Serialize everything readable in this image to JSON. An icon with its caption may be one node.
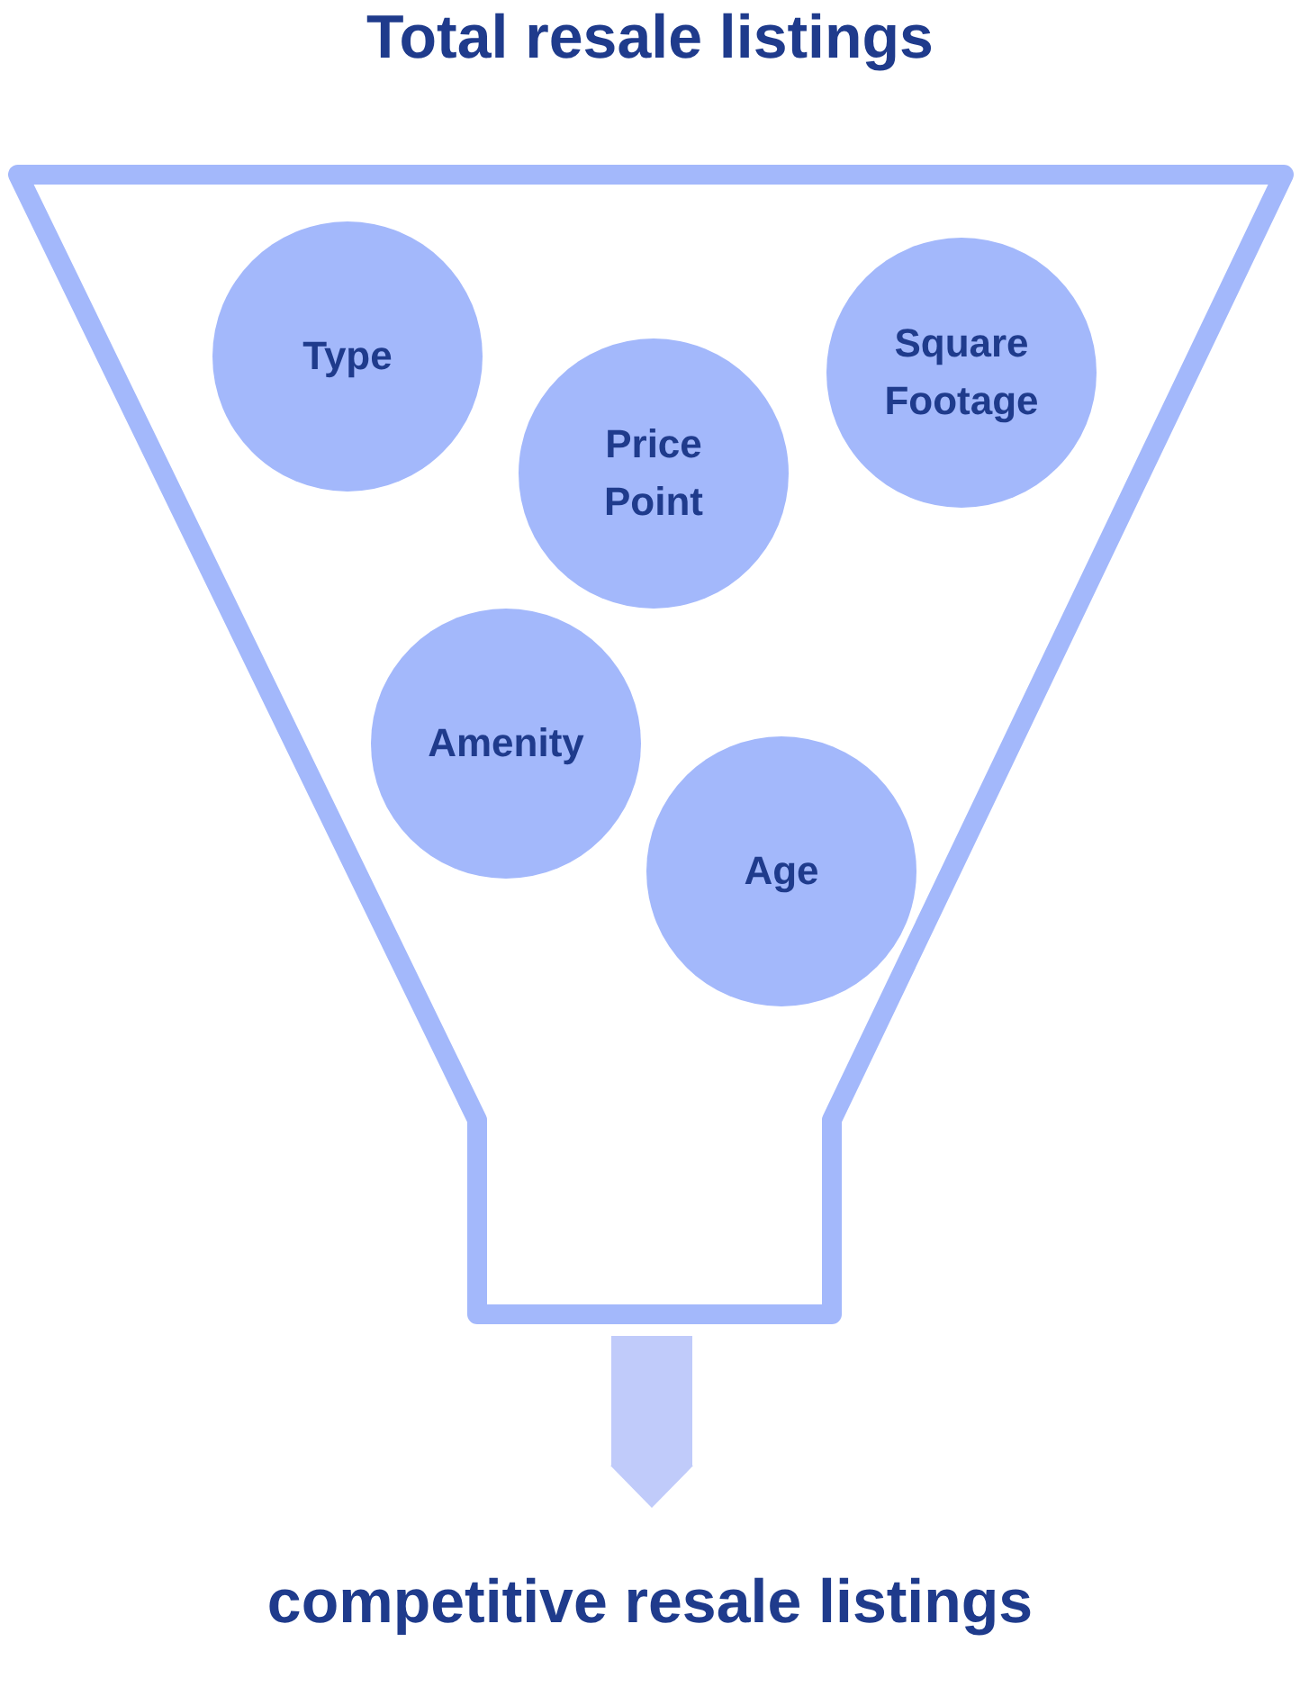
{
  "diagram": {
    "nodes": [
      {
        "text": [
          "Total resale listings"
        ]
      },
      {
        "text": [
          "Type"
        ],
        "in": 0
      },
      {
        "text": [
          "Price Point"
        ],
        "in": 0
      },
      {
        "text": [
          "Square Footage"
        ],
        "in": 0
      },
      {
        "text": [
          "Amenity"
        ],
        "in": 0
      },
      {
        "text": [
          "Age"
        ],
        "in": 0
      },
      {
        "text": [
          "competitive resale listings"
        ]
      }
    ],
    "edges": [
      {
        "from": 0,
        "to": 6,
        "arrow": "to"
      }
    ]
  }
}
